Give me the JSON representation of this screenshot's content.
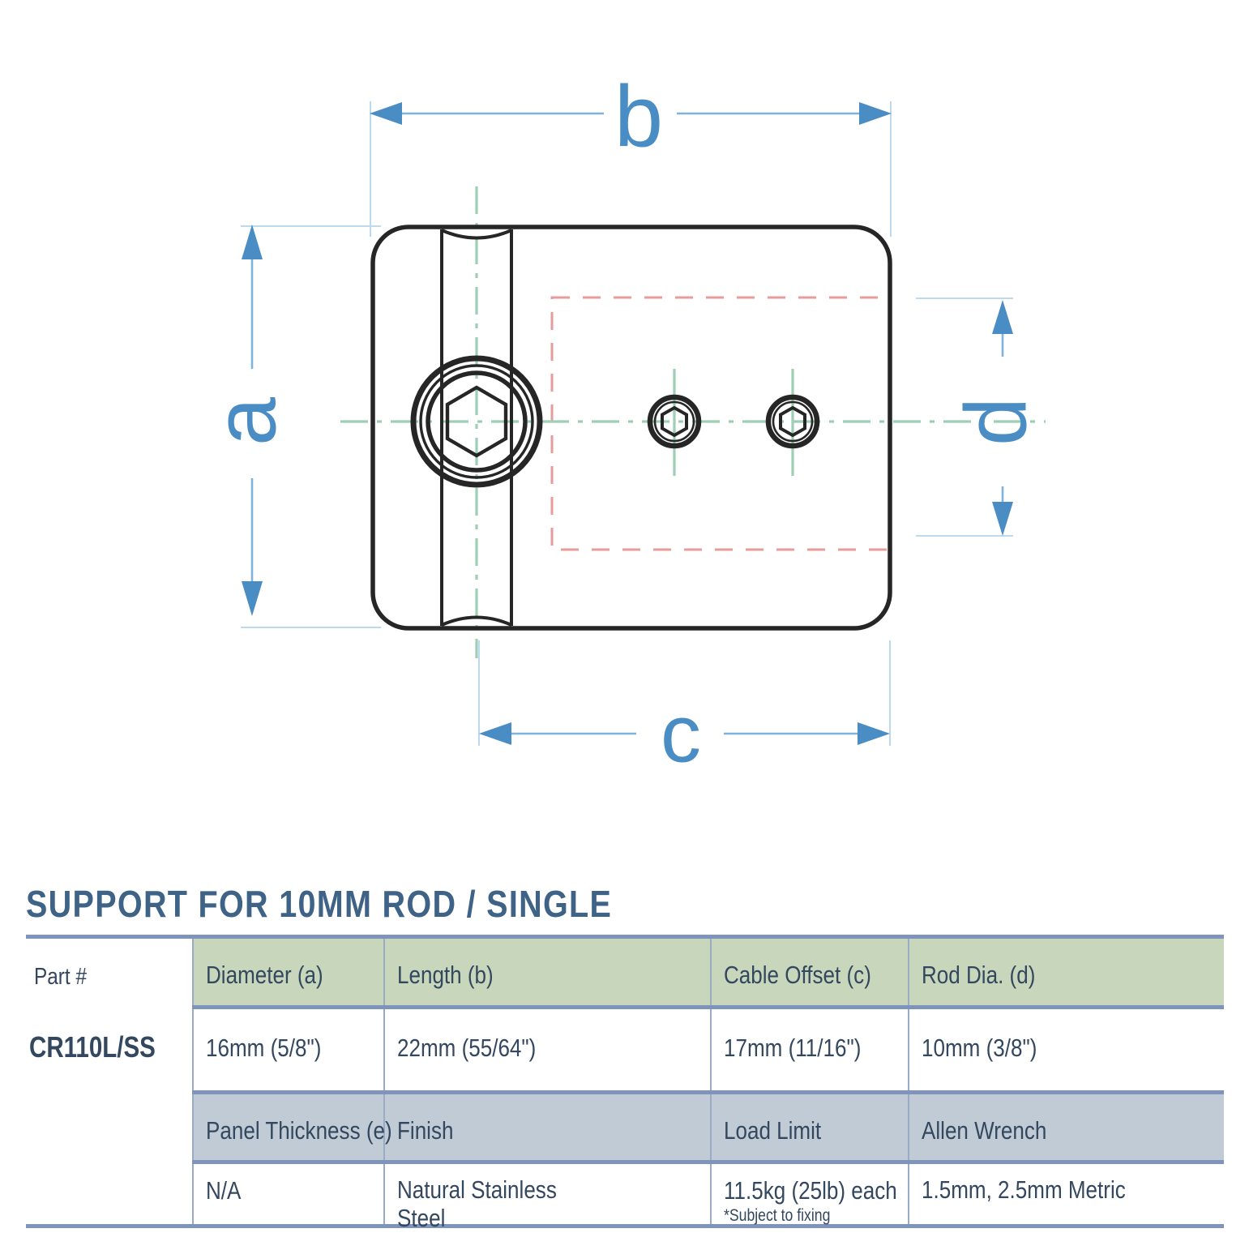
{
  "drawing": {
    "dimension_labels": {
      "b": "b",
      "a": "a",
      "c": "c",
      "d": "d"
    },
    "colors": {
      "dimension_blue": "#4a8cc4",
      "outline_black": "#262626",
      "centerline_green": "#9ecfb4",
      "hidden_red": "#e79a9a"
    },
    "features": {
      "body": "rounded-rectangle-body",
      "large_socket": "hex-socket-set-screw-large",
      "small_socket_1": "hex-socket-set-screw-small",
      "small_socket_2": "hex-socket-set-screw-small",
      "hidden_outline": "cable-bore-hidden-outline"
    }
  },
  "spec": {
    "title": "SUPPORT FOR 10MM ROD / SINGLE",
    "accent_rule_color": "#7f94bc",
    "header_green": "#c8d7bc",
    "header_gray": "#c0cbd5",
    "text_color": "#33475e",
    "part_label": "Part #",
    "part_number": "CR110L/SS",
    "row1": {
      "headers": [
        "Diameter (a)",
        "Length (b)",
        "Cable Offset (c)",
        "Rod Dia. (d)"
      ],
      "values": [
        "16mm (5/8\")",
        "22mm (55/64\")",
        "17mm (11/16\")",
        "10mm (3/8\")"
      ]
    },
    "row2": {
      "headers": [
        "Panel Thickness (e)",
        "Finish",
        "Load Limit",
        "Allen Wrench"
      ],
      "values": [
        "N/A",
        "Natural Stainless Steel",
        "11.5kg (25lb) each",
        "1.5mm, 2.5mm Metric"
      ],
      "load_limit_note": "*Subject to fixing"
    }
  }
}
